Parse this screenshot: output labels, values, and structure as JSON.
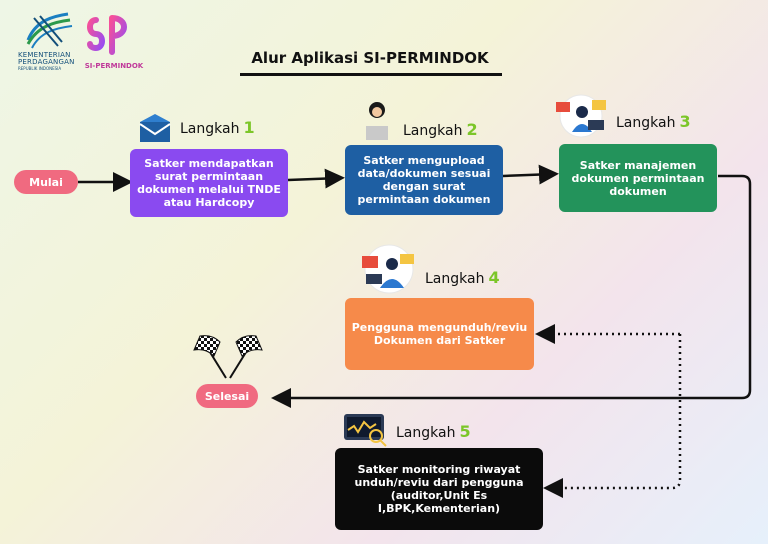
{
  "header": {
    "title": "Alur Aplikasi SI-PERMINDOK",
    "logo_kemendag_line1": "KEMENTERIAN",
    "logo_kemendag_line2": "PERDAGANGAN",
    "logo_kemendag_line3": "REPUBLIK INDONESIA",
    "logo_app_text": "SI-PERMINDOK"
  },
  "start": {
    "label": "Mulai"
  },
  "finish": {
    "label": "Selesai"
  },
  "steps": [
    {
      "label": "Langkah",
      "number": "1",
      "text": "Satker mendapatkan surat permintaan dokumen melalui TNDE atau Hardcopy",
      "color": "#8a4af0",
      "icon": "envelope-icon"
    },
    {
      "label": "Langkah",
      "number": "2",
      "text": "Satker mengupload data/dokumen sesuai dengan surat permintaan dokumen",
      "color": "#1e5fa3",
      "icon": "person-laptop-icon"
    },
    {
      "label": "Langkah",
      "number": "3",
      "text": "Satker manajemen dokumen permintaan dokumen",
      "color": "#23935b",
      "icon": "dashboard-person-icon"
    },
    {
      "label": "Langkah",
      "number": "4",
      "text": "Pengguna mengunduh/reviu Dokumen dari Satker",
      "color": "#f68a4a",
      "icon": "download-person-icon"
    },
    {
      "label": "Langkah",
      "number": "5",
      "text": "Satker monitoring riwayat unduh/reviu dari pengguna (auditor,Unit Es I,BPK,Kementerian)",
      "color": "#0b0b0b",
      "icon": "monitor-search-icon"
    }
  ],
  "colors": {
    "pill": "#f06a80",
    "accent_number": "#7cc629",
    "line": "#111111"
  }
}
